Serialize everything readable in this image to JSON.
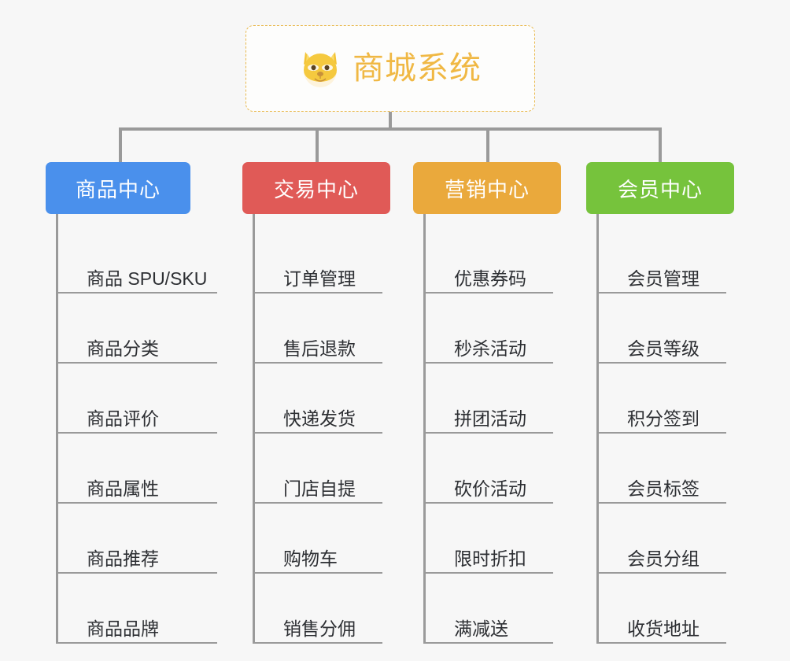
{
  "diagram": {
    "root": {
      "icon": "shiba-dog-face-icon",
      "label": "商城系统",
      "color": "#f0b844",
      "border_color": "#e9b94e"
    },
    "connector_color": "#9a9a9a",
    "background": "#f7f7f7",
    "branches": [
      {
        "label": "商品中心",
        "color": "#4a90ec",
        "items": [
          "商品 SPU/SKU",
          "商品分类",
          "商品评价",
          "商品属性",
          "商品推荐",
          "商品品牌"
        ]
      },
      {
        "label": "交易中心",
        "color": "#e05a57",
        "items": [
          "订单管理",
          "售后退款",
          "快递发货",
          "门店自提",
          "购物车",
          "销售分佣"
        ]
      },
      {
        "label": "营销中心",
        "color": "#eaa93c",
        "items": [
          "优惠券码",
          "秒杀活动",
          "拼团活动",
          "砍价活动",
          "限时折扣",
          "满减送"
        ]
      },
      {
        "label": "会员中心",
        "color": "#76c33c",
        "items": [
          "会员管理",
          "会员等级",
          "积分签到",
          "会员标签",
          "会员分组",
          "收货地址"
        ]
      }
    ]
  }
}
